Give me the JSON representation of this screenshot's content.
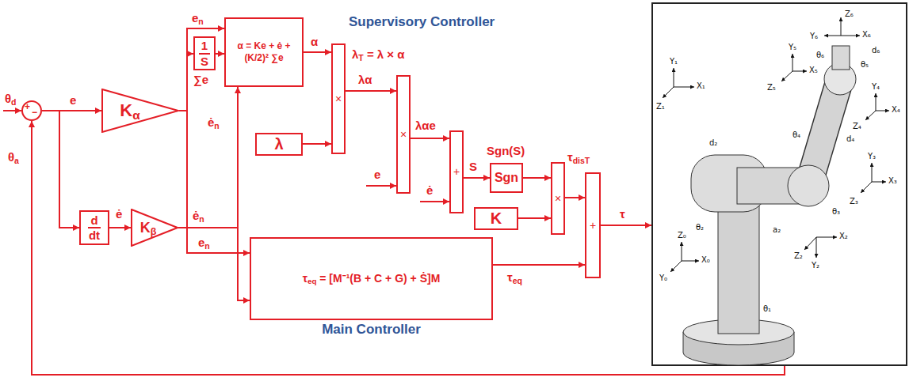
{
  "diagram": {
    "nodes": [
      {
        "text": [
          "+",
          "−"
        ]
      },
      {
        "text": [
          "Kα"
        ]
      },
      {
        "text": [
          "d",
          "dt"
        ]
      },
      {
        "text": [
          "Kβ"
        ]
      },
      {
        "text": [
          "1",
          "S"
        ]
      },
      {
        "text": [
          "α = Ke + ė + (K/2)² ∑e"
        ]
      },
      {
        "text": [
          "×"
        ]
      },
      {
        "text": [
          "λ"
        ]
      },
      {
        "text": [
          "×"
        ]
      },
      {
        "text": [
          "+"
        ]
      },
      {
        "text": [
          "Sgn"
        ]
      },
      {
        "text": [
          "K"
        ]
      },
      {
        "text": [
          "×"
        ]
      },
      {
        "text": [
          "+"
        ]
      },
      {
        "text": [
          "τeq = [M⁻¹(B + C + G) + Ṡ]M",
          "Main Controller"
        ]
      }
    ],
    "edges": [
      {
        "from": 0,
        "to": 1,
        "arrow": "to"
      },
      {
        "from": 0,
        "to": 2,
        "arrow": "to"
      },
      {
        "from": 2,
        "to": 3,
        "arrow": "to"
      },
      {
        "from": 1,
        "to": 4,
        "arrow": "to"
      },
      {
        "from": 1,
        "to": 5,
        "arrow": "to"
      },
      {
        "from": 4,
        "to": 5,
        "arrow": "to"
      },
      {
        "from": 3,
        "to": 5,
        "arrow": "to"
      },
      {
        "from": 1,
        "to": 14,
        "arrow": "to"
      },
      {
        "from": 3,
        "to": 14,
        "arrow": "to"
      },
      {
        "from": 5,
        "to": 6,
        "arrow": "to"
      },
      {
        "from": 7,
        "to": 6,
        "arrow": "to"
      },
      {
        "from": 6,
        "to": 8,
        "arrow": "to"
      },
      {
        "from": 8,
        "to": 9,
        "arrow": "to"
      },
      {
        "from": 9,
        "to": 10,
        "arrow": "to"
      },
      {
        "from": 10,
        "to": 12,
        "arrow": "to"
      },
      {
        "from": 11,
        "to": 12,
        "arrow": "to"
      },
      {
        "from": 12,
        "to": 13,
        "arrow": "to"
      },
      {
        "from": 14,
        "to": 13,
        "arrow": "to"
      }
    ],
    "labels": [
      "θd",
      "θa",
      "e",
      "en",
      "∑e",
      "ėn",
      "en",
      "ė",
      "ėn",
      "α",
      "λT = λ × α",
      "λα",
      "λαe",
      "e",
      "ė",
      "S",
      "Sgn(S)",
      "τdisT",
      "τ",
      "τeq",
      "Supervisory Controller",
      "Z₀",
      "X₀",
      "Y₀",
      "Y₁",
      "X₁",
      "Z₁",
      "X₂",
      "Y₂",
      "Z₂",
      "X₃",
      "Y₃",
      "Z₃",
      "X₄",
      "Y₄",
      "Z₄",
      "X₅",
      "Y₅",
      "Z₅",
      "Z₆",
      "X₆",
      "Y₆",
      "θ₁",
      "θ₂",
      "θ₃",
      "θ₄",
      "θ₅",
      "θ₆",
      "d₂",
      "d₄",
      "d₆",
      "a₂"
    ]
  }
}
